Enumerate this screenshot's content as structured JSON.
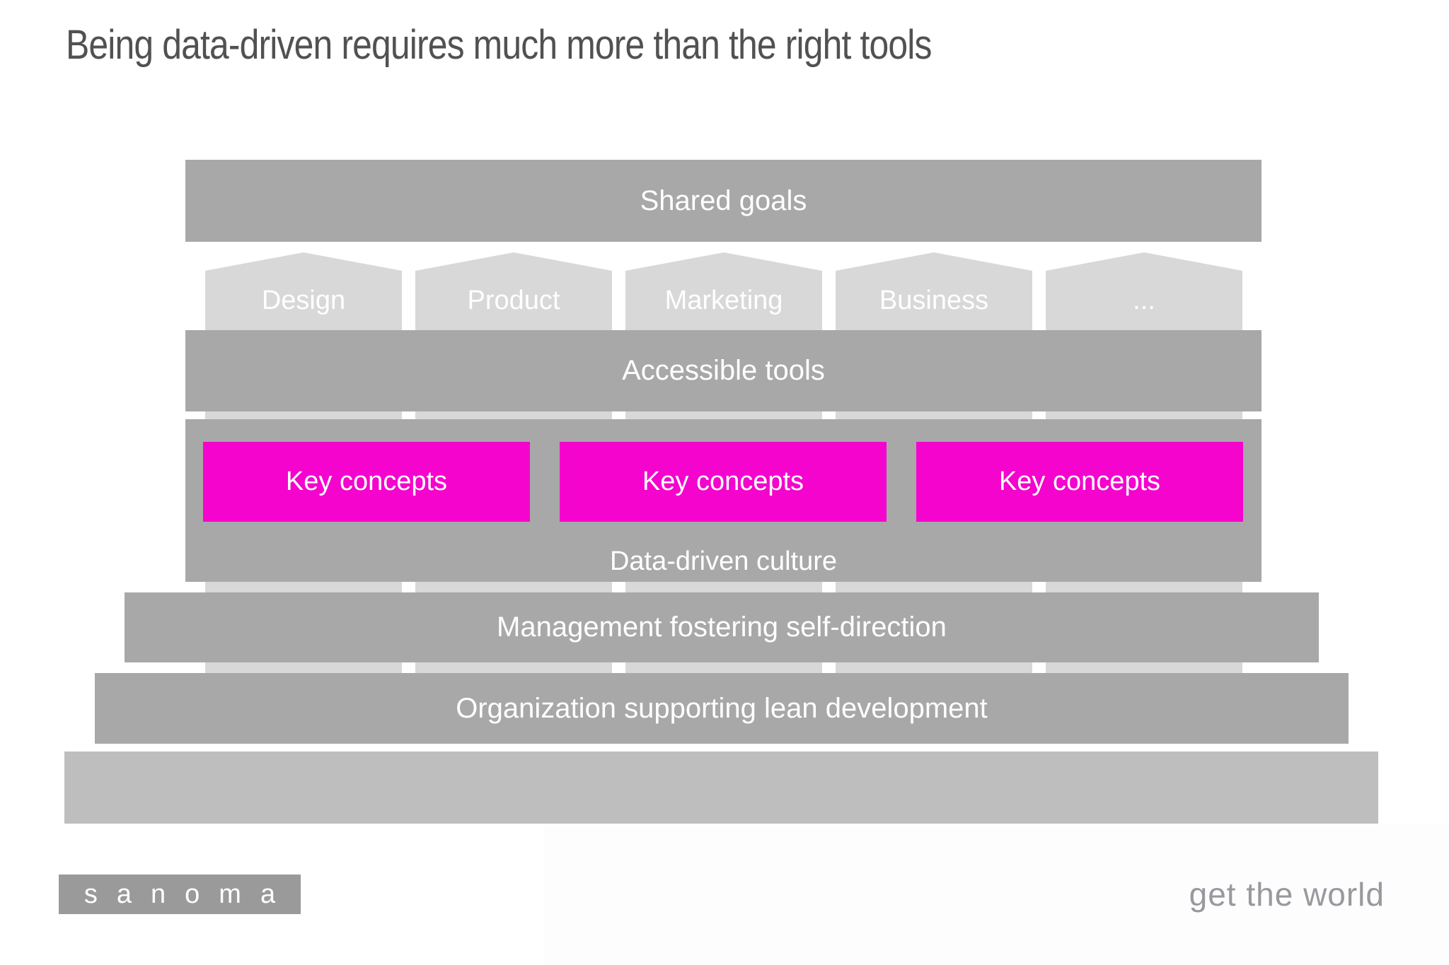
{
  "slide": {
    "title": "Being data-driven requires much more than the right tools"
  },
  "diagram": {
    "top_bar": {
      "label": "Shared goals"
    },
    "pillars": {
      "items": [
        {
          "label": "Design"
        },
        {
          "label": "Product"
        },
        {
          "label": "Marketing"
        },
        {
          "label": "Business"
        },
        {
          "label": "..."
        }
      ]
    },
    "tools_bar": {
      "label": "Accessible tools"
    },
    "culture": {
      "label": "Data-driven culture",
      "key_concepts": [
        {
          "label": "Key concepts"
        },
        {
          "label": "Key concepts"
        },
        {
          "label": "Key concepts"
        }
      ]
    },
    "management_bar": {
      "label": "Management fostering self-direction"
    },
    "organization_bar": {
      "label": "Organization supporting lean development"
    },
    "base_bar": {
      "label": ""
    }
  },
  "footer": {
    "logo_text": "sanoma",
    "tagline": "get the world"
  },
  "colors": {
    "accent_magenta": "#f404cd",
    "bar_gray": "#a8a8a8",
    "pillar_gray": "#d8d8d8",
    "base_bar_gray": "#bebebe",
    "logo_gray": "#9a9a9a",
    "title_gray": "#515151",
    "tagline_gray": "#98989e"
  }
}
